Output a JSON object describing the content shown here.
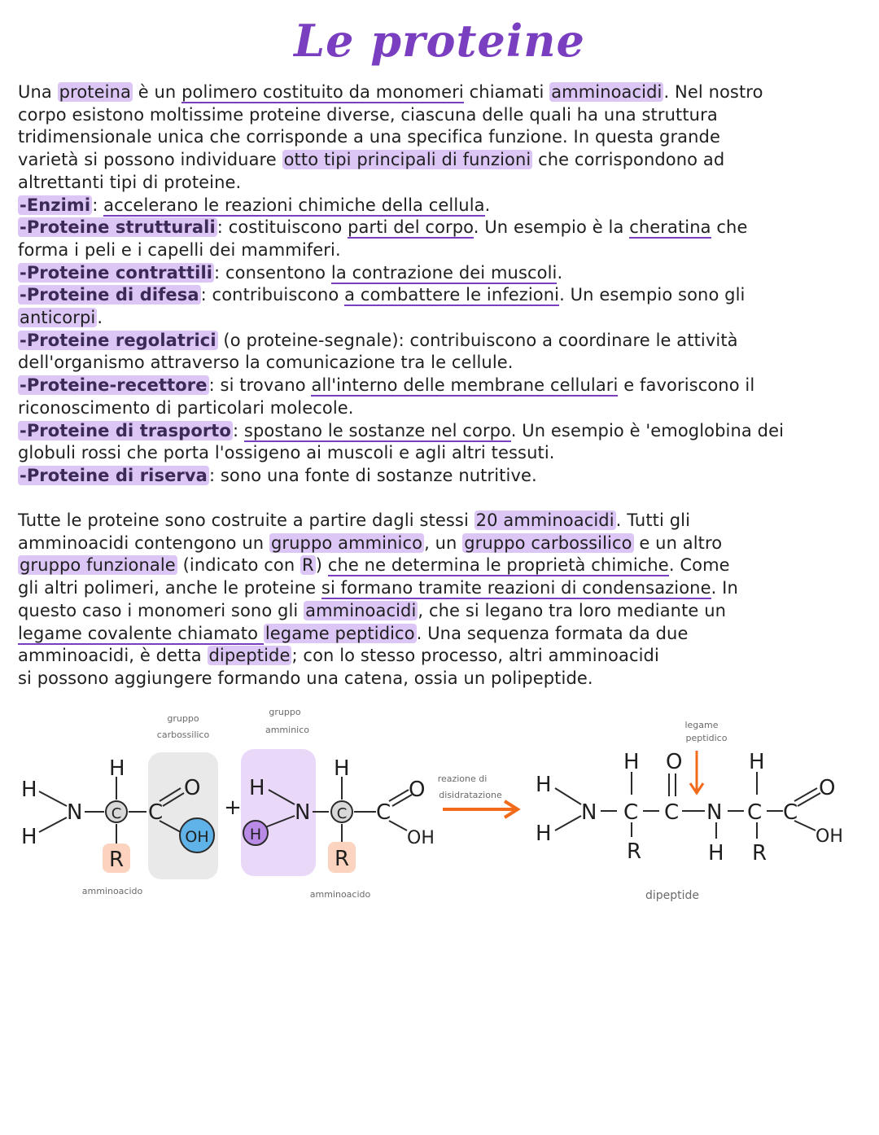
{
  "title": "Le proteine",
  "intro": {
    "l1": [
      "Una ",
      "proteina",
      " è un ",
      "polimero costituito da monomeri",
      " chiamati ",
      "amminoacidi",
      ". Nel nostro"
    ],
    "l2": "corpo esistono moltissime proteine diverse, ciascuna delle quali ha una struttura",
    "l3": "tridimensionale unica che corrisponde a una specifica funzione. In questa grande",
    "l4": [
      "varietà si possono individuare ",
      "otto tipi principali di funzioni",
      " che corrispondono ad"
    ],
    "l5": "altrettanti tipi di proteine."
  },
  "functions": {
    "enzimi": {
      "name": "-Enzimi",
      "desc": ": ",
      "u": "accelerano le reazioni chimiche della cellula",
      "end": "."
    },
    "strutturali": {
      "name": "-Proteine strutturali",
      "d1": ": costituiscono ",
      "u1": "parti del corpo",
      "d2": ". Un esempio è la ",
      "u2": "cheratina",
      "d3": " che",
      "l2": "forma i peli e i capelli dei mammiferi."
    },
    "contrattili": {
      "name": "-Proteine contrattili",
      "d1": ": consentono ",
      "u1": "la contrazione dei muscoli",
      "d2": "."
    },
    "difesa": {
      "name": "-Proteine di difesa",
      "d1": ": contribuiscono ",
      "u1": "a combattere le infezioni",
      "d2": ". Un esempio sono gli",
      "l2": "anticorpi",
      "l2end": "."
    },
    "regolatrici": {
      "name": "-Proteine regolatrici",
      "d1": " (o proteine-segnale): contribuiscono a coordinare le attività",
      "l2": "dell'organismo attraverso la comunicazione tra le cellule."
    },
    "recettore": {
      "name": "-Proteine-recettore",
      "d1": ": si trovano ",
      "u1": "all'interno delle membrane cellulari",
      "d2": " e favoriscono il",
      "l2": "riconoscimento di particolari molecole."
    },
    "trasporto": {
      "name": "-Proteine di trasporto",
      "d1": ": ",
      "u1": "spostano le sostanze nel corpo",
      "d2": ". Un esempio è 'emoglobina",
      "d3": " dei",
      "l2": "globuli rossi che porta l'ossigeno ai muscoli e agli altri tessuti."
    },
    "riserva": {
      "name": "-Proteine di riserva",
      "d1": ": sono una fonte di sostanze nutritive."
    }
  },
  "section2": {
    "l1": [
      "Tutte le proteine sono costruite a partire dagli stessi ",
      "20 amminoacidi",
      ". Tutti gli"
    ],
    "l2": [
      "amminoacidi contengono un ",
      "gruppo amminico",
      ", un ",
      "gruppo carbossilico",
      " e un altro"
    ],
    "l3": [
      "gruppo funzionale",
      " (indicato con ",
      "R",
      ") ",
      "che ne determina le proprietà chimiche",
      ". Come"
    ],
    "l4": [
      "gli altri polimeri, anche le proteine ",
      "si formano tramite reazioni di condensazione",
      ". In"
    ],
    "l5": [
      "questo caso i monomeri sono gli ",
      "amminoacidi",
      ", che si legano tra loro mediante un"
    ],
    "l6": [
      "legame covalente chiamato ",
      "legame peptidico",
      ". Una sequenza formata da due"
    ],
    "l7": [
      "amminoacidi, è detta ",
      "dipeptide",
      "; con lo stesso processo, altri amminoacidi"
    ],
    "l8": "si possono aggiungere formando una catena, ossia un polipeptide."
  },
  "diagram": {
    "label_carbossilico": [
      "gruppo",
      "carbossilico"
    ],
    "label_amminico": [
      "gruppo",
      "amminico"
    ],
    "label_reazione": [
      "reazione di",
      "disidratazione"
    ],
    "label_legame": [
      "legame",
      "peptidico"
    ],
    "label_amminoacido1": "amminoacido",
    "label_amminoacido2": "amminoacido",
    "label_dipeptide": "dipeptide",
    "plus": "+",
    "atoms": {
      "H": "H",
      "N": "N",
      "C": "C",
      "O": "O",
      "R": "R",
      "OH": "OH"
    },
    "colors": {
      "accent": "#7a3fc0",
      "highlight": "#dcc6f5",
      "arrow": "#f26a1b",
      "r_box": "#fbd3bf",
      "oh_circle": "#5fb3e8",
      "grey_box": "#e9e9e9"
    }
  }
}
